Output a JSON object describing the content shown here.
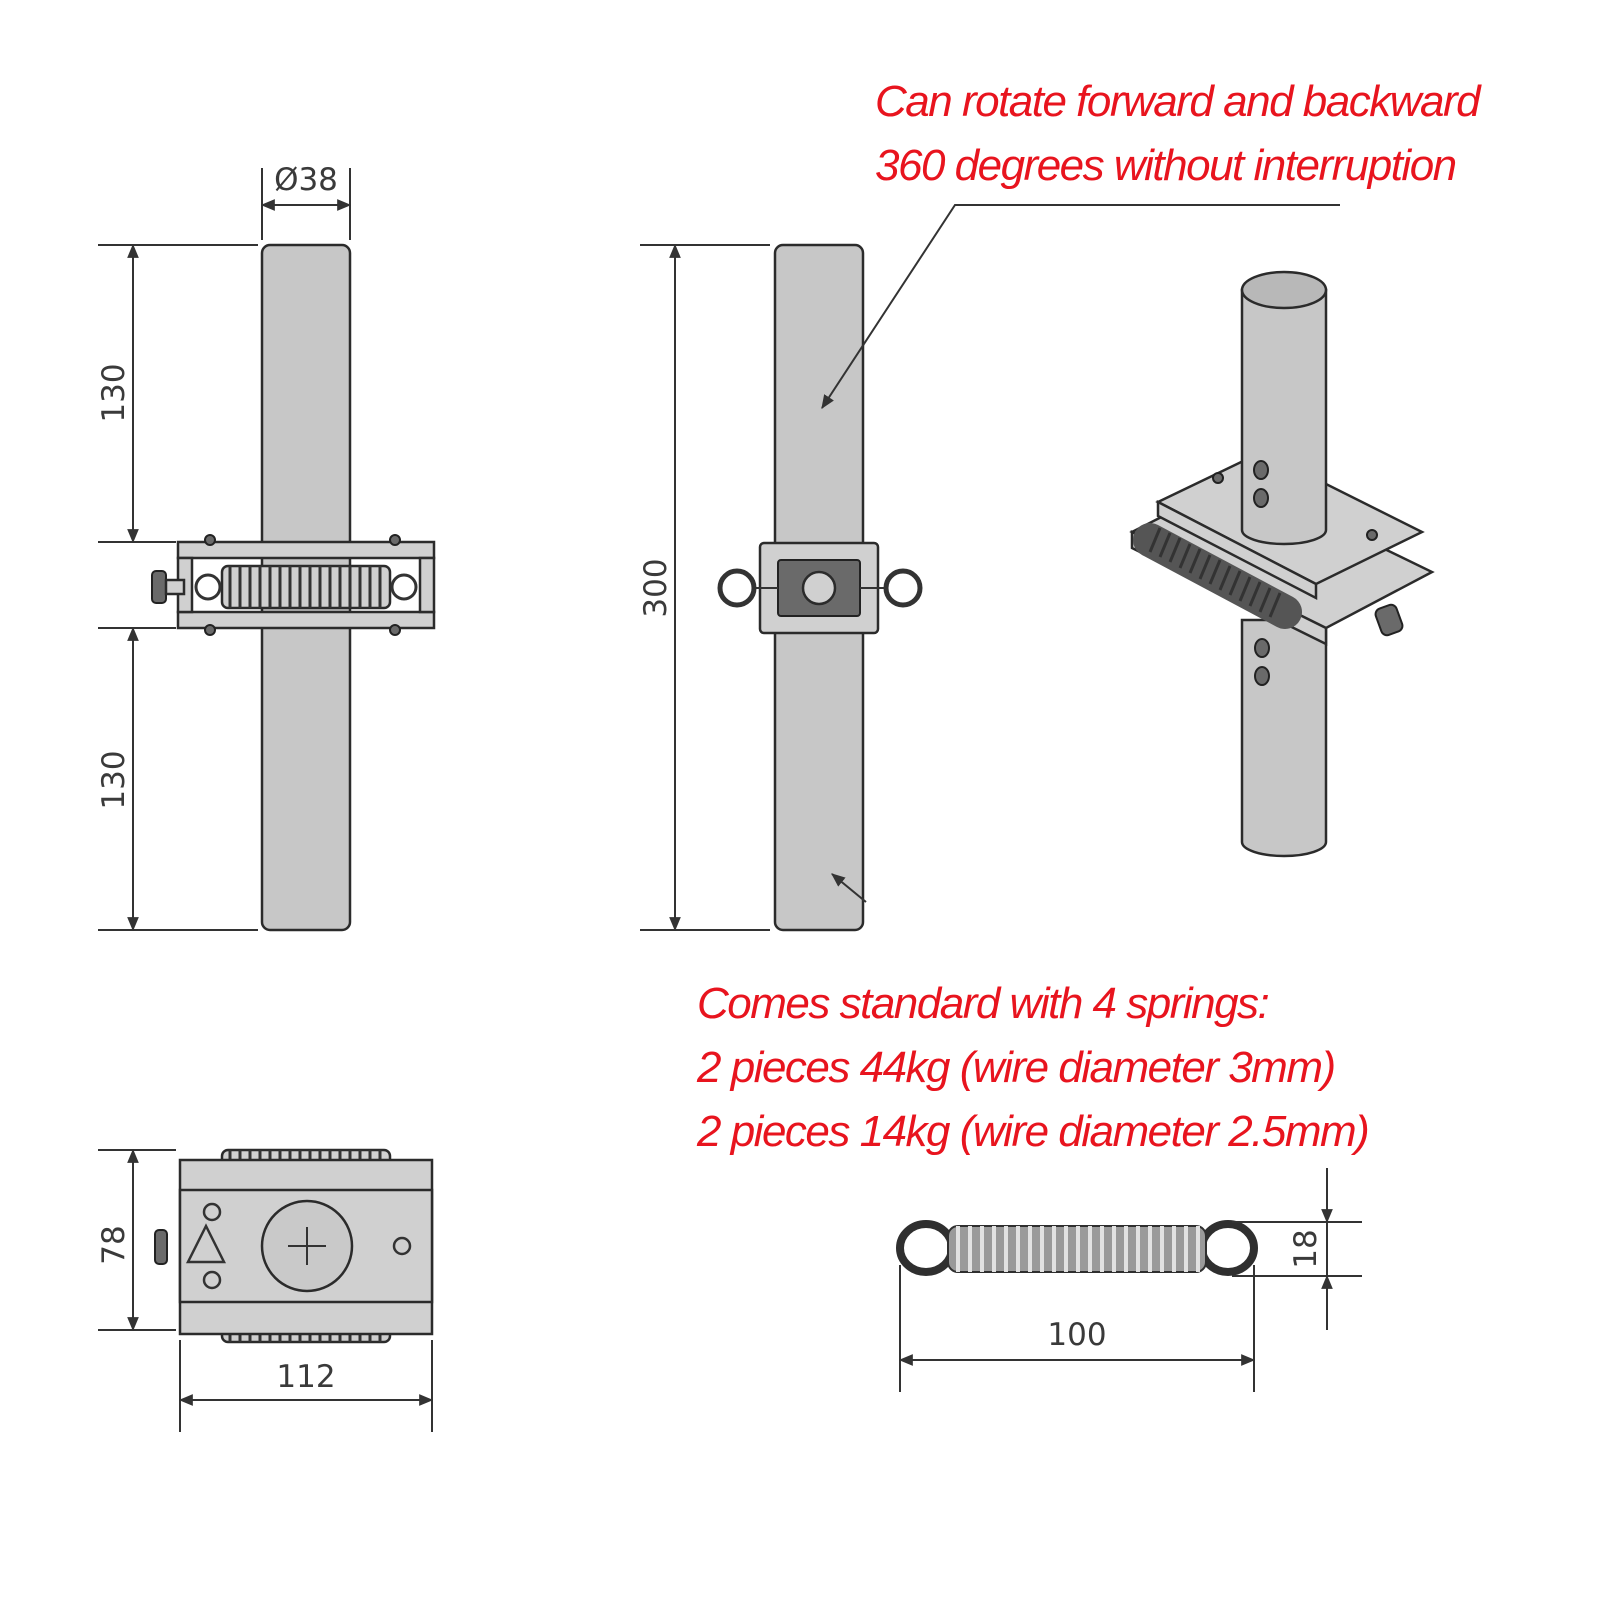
{
  "notes": {
    "rotate": {
      "line1": "Can rotate forward and backward",
      "line2": "360 degrees without interruption"
    },
    "springs": {
      "line1": "Comes standard with 4 springs:",
      "line2": "2 pieces 44kg (wire diameter 3mm)",
      "line3": "2 pieces 14kg (wire diameter 2.5mm)"
    }
  },
  "dimensions": {
    "pipe_diameter": "Ø38",
    "upper_length": "130",
    "lower_length": "130",
    "total_length": "300",
    "base_height": "78",
    "base_width": "112",
    "spring_height": "18",
    "spring_length": "100"
  },
  "colors": {
    "annotation": "#e8141e",
    "line": "#333333",
    "metal": "#c7c7c7"
  }
}
